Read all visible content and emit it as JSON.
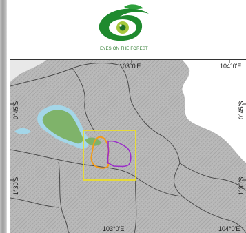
{
  "logo": {
    "caption": "EYES ON THE FOREST",
    "icon": "eye-leaf-logo-icon",
    "color": "#1f8a2e"
  },
  "map": {
    "lon_labels_top": [
      "103°0'E",
      "104°0'E"
    ],
    "lon_labels_bottom": [
      "103°0'E",
      "104°0'E"
    ],
    "lat_labels_left": [
      "0°45'S",
      "1°30'S"
    ],
    "lat_labels_right": [
      "0°45'S",
      "1°30'S"
    ],
    "colors": {
      "terrain": "#b8b8b8",
      "sea": "#ffffff",
      "shallow_water": "#9fd3e6",
      "forest": "#7fb36a",
      "study_box": "#f2e21c",
      "boundary_a": "#f39c1a",
      "boundary_b": "#9b2fc9",
      "admin_lines": "#4a4a4a"
    }
  }
}
